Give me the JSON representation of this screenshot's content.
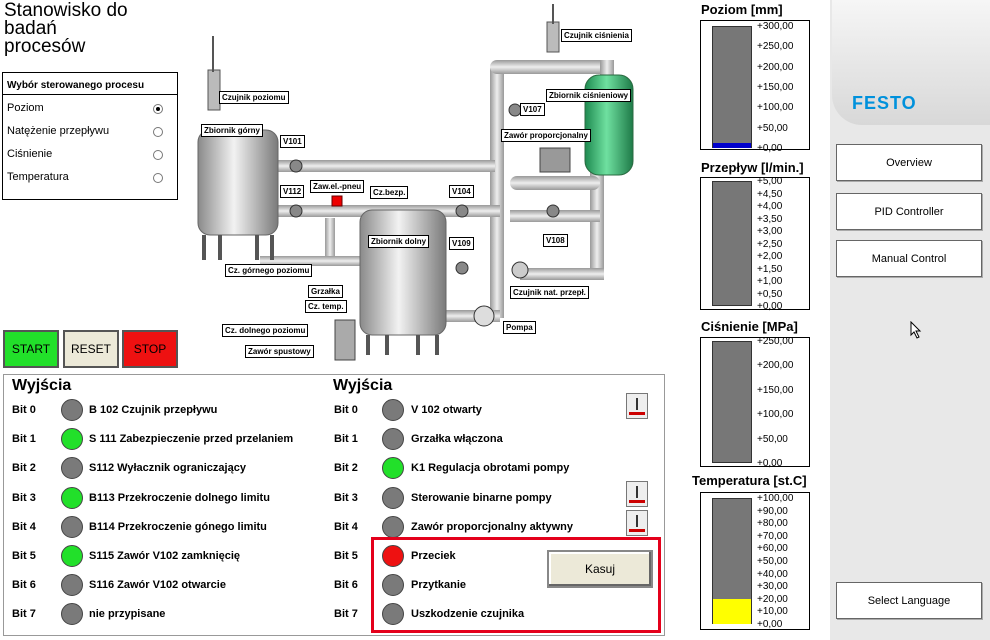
{
  "title": "Stanowisko do badań procesów",
  "process_select": {
    "header": "Wybór sterowanego procesu",
    "options": [
      "Poziom",
      "Natężenie przepływu",
      "Ciśnienie",
      "Temperatura"
    ],
    "selected": "Poziom"
  },
  "controls": {
    "start": "START",
    "reset": "RESET",
    "stop": "STOP"
  },
  "diagram_labels": {
    "czujnik_cisnienia": "Czujnik ciśnienia",
    "czujnik_poziomu": "Czujnik poziomu",
    "zbiornik_gorny": "Zbiornik górny",
    "zbiornik_cisnieniowy": "Zbiornik ciśnieniowy",
    "v107": "V107",
    "zawor_proporcjonalny": "Zawór proporcjonalny",
    "v101": "V101",
    "v112": "V112",
    "zaw_el_pneu": "Zaw.el.-pneu",
    "cz_bezp": "Cz.bezp.",
    "v104": "V104",
    "zbiornik_dolny": "Zbiornik dolny",
    "v108": "V108",
    "v109": "V109",
    "cz_gornego_poziomu": "Cz. górnego poziomu",
    "czujnik_nat_przepl": "Czujnik nat. przepł.",
    "grzalka": "Grzałka",
    "cz_temp": "Cz. temp.",
    "pompa": "Pompa",
    "cz_dolnego_poziomu": "Cz. dolnego poziomu",
    "zawor_spustowy": "Zawór spustowy"
  },
  "outputs_left": {
    "header": "Wyjścia",
    "rows": [
      {
        "bit": "Bit 0",
        "text": "B 102 Czujnik przepływu",
        "state": "gray"
      },
      {
        "bit": "Bit 1",
        "text": "S 111 Zabezpieczenie przed przelaniem",
        "state": "green"
      },
      {
        "bit": "Bit 2",
        "text": "S112 Wyłacznik ograniczający",
        "state": "gray"
      },
      {
        "bit": "Bit 3",
        "text": "B113 Przekroczenie dolnego limitu",
        "state": "green"
      },
      {
        "bit": "Bit 4",
        "text": "B114 Przekroczenie gónego limitu",
        "state": "gray"
      },
      {
        "bit": "Bit 5",
        "text": "S115 Zawór V102 zamknięcię",
        "state": "green"
      },
      {
        "bit": "Bit 6",
        "text": "S116 Zawór V102 otwarcie",
        "state": "gray"
      },
      {
        "bit": "Bit 7",
        "text": "nie przypisane",
        "state": "gray"
      }
    ]
  },
  "outputs_right": {
    "header": "Wyjścia",
    "rows": [
      {
        "bit": "Bit 0",
        "text": "V 102 otwarty",
        "state": "gray"
      },
      {
        "bit": "Bit 1",
        "text": "Grzałka włączona",
        "state": "gray"
      },
      {
        "bit": "Bit 2",
        "text": "K1 Regulacja obrotami pompy",
        "state": "green"
      },
      {
        "bit": "Bit 3",
        "text": "Sterowanie binarne pompy",
        "state": "gray"
      },
      {
        "bit": "Bit 4",
        "text": "Zawór proporcjonalny aktywny",
        "state": "gray"
      },
      {
        "bit": "Bit 5",
        "text": "Przeciek",
        "state": "red"
      },
      {
        "bit": "Bit 6",
        "text": "Przytkanie",
        "state": "gray"
      },
      {
        "bit": "Bit 7",
        "text": "Uszkodzenie czujnika",
        "state": "gray"
      }
    ],
    "reset_button": "Kasuj"
  },
  "gauges": [
    {
      "title": "Poziom [mm]",
      "ticks": [
        "+300,00",
        "+250,00",
        "+200,00",
        "+150,00",
        "+100,00",
        "+50,00",
        "+0,00"
      ],
      "fill": 0.03,
      "fill_color": "#0000cc"
    },
    {
      "title": "Przepływ [l/min.]",
      "ticks": [
        "+5,00",
        "+4,50",
        "+4,00",
        "+3,50",
        "+3,00",
        "+2,50",
        "+2,00",
        "+1,50",
        "+1,00",
        "+0,50",
        "+0,00"
      ],
      "fill": 0.0,
      "fill_color": "#0000cc"
    },
    {
      "title": "Ciśnienie [MPa]",
      "ticks": [
        "+250,00",
        "+200,00",
        "+150,00",
        "+100,00",
        "+50,00",
        "+0,00"
      ],
      "fill": 0.0,
      "fill_color": "#0000cc"
    },
    {
      "title": "Temperatura [st.C]",
      "ticks": [
        "+100,00",
        "+90,00",
        "+80,00",
        "+70,00",
        "+60,00",
        "+50,00",
        "+40,00",
        "+30,00",
        "+20,00",
        "+10,00",
        "+0,00"
      ],
      "fill": 0.2,
      "fill_color": "#ffff00"
    }
  ],
  "sidebar": {
    "brand": "FESTO",
    "nav": [
      "Overview",
      "PID Controller",
      "Manual Control"
    ],
    "language": "Select Language"
  },
  "colors": {
    "start": "#22e02a",
    "reset": "#ece9d8",
    "stop": "#ee1111",
    "pressure_tank": "#3cbf7a",
    "festo": "#0091dc"
  }
}
